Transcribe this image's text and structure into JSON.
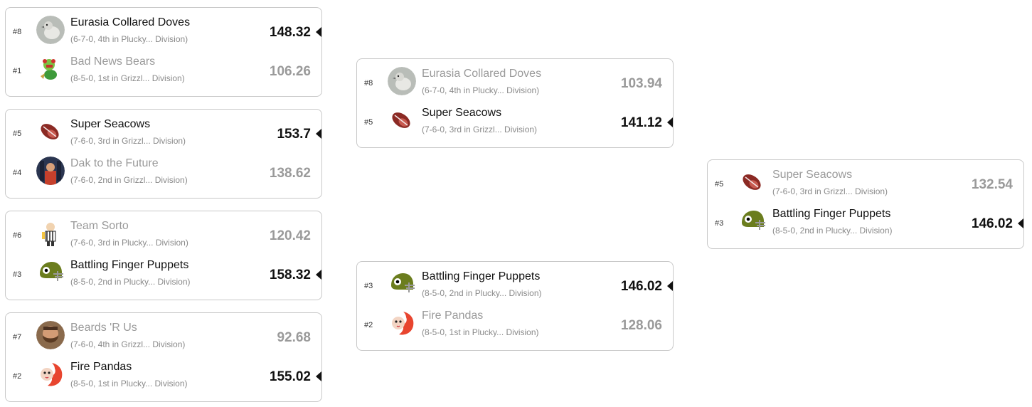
{
  "round1": [
    {
      "teams": [
        {
          "seed": "#8",
          "name": "Eurasia Collared Doves",
          "record": "(6-7-0, 4th in Plucky... Division)",
          "score": "148.32",
          "winner": true,
          "avatar": "dove-avatar"
        },
        {
          "seed": "#1",
          "name": "Bad News Bears",
          "record": "(8-5-0, 1st in Grizzl... Division)",
          "score": "106.26",
          "winner": false,
          "avatar": "bear-avatar"
        }
      ]
    },
    {
      "teams": [
        {
          "seed": "#5",
          "name": "Super Seacows",
          "record": "(7-6-0, 3rd in Grizzl... Division)",
          "score": "153.7",
          "winner": true,
          "avatar": "football-avatar"
        },
        {
          "seed": "#4",
          "name": "Dak to the Future",
          "record": "(7-6-0, 2nd in Grizzl... Division)",
          "score": "138.62",
          "winner": false,
          "avatar": "player-avatar"
        }
      ]
    },
    {
      "teams": [
        {
          "seed": "#6",
          "name": "Team Sorto",
          "record": "(7-6-0, 3rd in Plucky... Division)",
          "score": "120.42",
          "winner": false,
          "avatar": "referee-avatar"
        },
        {
          "seed": "#3",
          "name": "Battling Finger Puppets",
          "record": "(8-5-0, 2nd in Plucky... Division)",
          "score": "158.32",
          "winner": true,
          "avatar": "helmet-avatar"
        }
      ]
    },
    {
      "teams": [
        {
          "seed": "#7",
          "name": "Beards 'R Us",
          "record": "(7-6-0, 4th in Grizzl... Division)",
          "score": "92.68",
          "winner": false,
          "avatar": "beard-avatar"
        },
        {
          "seed": "#2",
          "name": "Fire Pandas",
          "record": "(8-5-0, 1st in Plucky... Division)",
          "score": "155.02",
          "winner": true,
          "avatar": "panda-avatar"
        }
      ]
    }
  ],
  "round2": [
    {
      "teams": [
        {
          "seed": "#8",
          "name": "Eurasia Collared Doves",
          "record": "(6-7-0, 4th in Plucky... Division)",
          "score": "103.94",
          "winner": false,
          "avatar": "dove-avatar"
        },
        {
          "seed": "#5",
          "name": "Super Seacows",
          "record": "(7-6-0, 3rd in Grizzl... Division)",
          "score": "141.12",
          "winner": true,
          "avatar": "football-avatar"
        }
      ]
    },
    {
      "teams": [
        {
          "seed": "#3",
          "name": "Battling Finger Puppets",
          "record": "(8-5-0, 2nd in Plucky... Division)",
          "score": "146.02",
          "winner": true,
          "avatar": "helmet-avatar"
        },
        {
          "seed": "#2",
          "name": "Fire Pandas",
          "record": "(8-5-0, 1st in Plucky... Division)",
          "score": "128.06",
          "winner": false,
          "avatar": "panda-avatar"
        }
      ]
    }
  ],
  "final": [
    {
      "teams": [
        {
          "seed": "#5",
          "name": "Super Seacows",
          "record": "(7-6-0, 3rd in Grizzl... Division)",
          "score": "132.54",
          "winner": false,
          "avatar": "football-avatar"
        },
        {
          "seed": "#3",
          "name": "Battling Finger Puppets",
          "record": "(8-5-0, 2nd in Plucky... Division)",
          "score": "146.02",
          "winner": true,
          "avatar": "helmet-avatar"
        }
      ]
    }
  ],
  "colors": {
    "winner_text": "#111111",
    "loser_text": "#9a9a9a",
    "record_text": "#8a8a8a",
    "border": "#c8c8c8"
  }
}
